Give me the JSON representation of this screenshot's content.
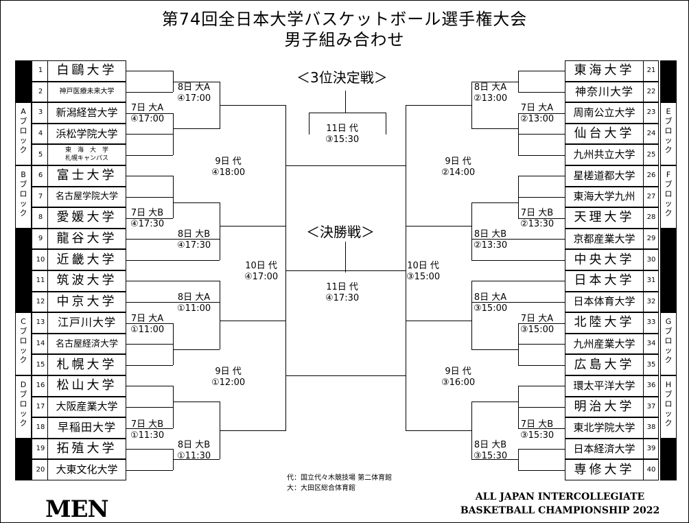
{
  "title": {
    "line1": "第74回全日本大学バスケットボール選手権大会",
    "line2": "男子組み合わせ"
  },
  "headings": {
    "third_place": "＜3位決定戦＞",
    "final": "＜決勝戦＞"
  },
  "teams_left": [
    {
      "n": "1",
      "name": "白鷗大学"
    },
    {
      "n": "2",
      "name": "神戸医療未来大学"
    },
    {
      "n": "3",
      "name": "新潟経営大学"
    },
    {
      "n": "4",
      "name": "浜松学院大学"
    },
    {
      "n": "5",
      "name": "東海大学札幌キャンパス",
      "line1": "東　海　大　学",
      "line2": "札幌キャンパス"
    },
    {
      "n": "6",
      "name": "富士大学"
    },
    {
      "n": "7",
      "name": "名古屋学院大学"
    },
    {
      "n": "8",
      "name": "愛媛大学"
    },
    {
      "n": "9",
      "name": "龍谷大学"
    },
    {
      "n": "10",
      "name": "近畿大学"
    },
    {
      "n": "11",
      "name": "筑波大学"
    },
    {
      "n": "12",
      "name": "中京大学"
    },
    {
      "n": "13",
      "name": "江戸川大学"
    },
    {
      "n": "14",
      "name": "名古屋経済大学"
    },
    {
      "n": "15",
      "name": "札幌大学"
    },
    {
      "n": "16",
      "name": "松山大学"
    },
    {
      "n": "17",
      "name": "大阪産業大学"
    },
    {
      "n": "18",
      "name": "早稲田大学"
    },
    {
      "n": "19",
      "name": "拓殖大学"
    },
    {
      "n": "20",
      "name": "大東文化大学"
    }
  ],
  "teams_right": [
    {
      "n": "21",
      "name": "東海大学"
    },
    {
      "n": "22",
      "name": "神奈川大学"
    },
    {
      "n": "23",
      "name": "周南公立大学"
    },
    {
      "n": "24",
      "name": "仙台大学"
    },
    {
      "n": "25",
      "name": "九州共立大学"
    },
    {
      "n": "26",
      "name": "星槎道都大学"
    },
    {
      "n": "27",
      "name": "東海大学九州"
    },
    {
      "n": "28",
      "name": "天理大学"
    },
    {
      "n": "29",
      "name": "京都産業大学"
    },
    {
      "n": "30",
      "name": "中央大学"
    },
    {
      "n": "31",
      "name": "日本大学"
    },
    {
      "n": "32",
      "name": "日本体育大学"
    },
    {
      "n": "33",
      "name": "北陸大学"
    },
    {
      "n": "34",
      "name": "九州産業大学"
    },
    {
      "n": "35",
      "name": "広島大学"
    },
    {
      "n": "36",
      "name": "環太平洋大学"
    },
    {
      "n": "37",
      "name": "明治大学"
    },
    {
      "n": "38",
      "name": "東北学院大学"
    },
    {
      "n": "39",
      "name": "日本経済大学"
    },
    {
      "n": "40",
      "name": "専修大学"
    }
  ],
  "blocks": [
    {
      "id": "A",
      "text": "Aブロック"
    },
    {
      "id": "B",
      "text": "Bブロック"
    },
    {
      "id": "C",
      "text": "Cブロック"
    },
    {
      "id": "D",
      "text": "Dブロック"
    },
    {
      "id": "E",
      "text": "Eブロック"
    },
    {
      "id": "F",
      "text": "Fブロック"
    },
    {
      "id": "G",
      "text": "Gブロック"
    },
    {
      "id": "H",
      "text": "Hブロック"
    }
  ],
  "matches": {
    "L_A7": {
      "l1": "7日 大A",
      "l2": "④17:00"
    },
    "L_A8": {
      "l1": "8日 大A",
      "l2": "④17:00"
    },
    "L_B7": {
      "l1": "7日 大B",
      "l2": "④17:30"
    },
    "L_B8": {
      "l1": "8日 大B",
      "l2": "④17:30"
    },
    "L_Q9a": {
      "l1": "9日 代",
      "l2": "④18:00"
    },
    "L_C8": {
      "l1": "8日 大A",
      "l2": "①11:00"
    },
    "L_C7": {
      "l1": "7日 大A",
      "l2": "①11:00"
    },
    "L_D7": {
      "l1": "7日 大B",
      "l2": "①11:30"
    },
    "L_D8": {
      "l1": "8日 大B",
      "l2": "①11:30"
    },
    "L_Q9b": {
      "l1": "9日 代",
      "l2": "①12:00"
    },
    "L_S10": {
      "l1": "10日 代",
      "l2": "④17:00"
    },
    "R_E8": {
      "l1": "8日 大A",
      "l2": "②13:00"
    },
    "R_E7": {
      "l1": "7日 大A",
      "l2": "②13:00"
    },
    "R_F7": {
      "l1": "7日 大B",
      "l2": "②13:30"
    },
    "R_F8": {
      "l1": "8日 大B",
      "l2": "②13:30"
    },
    "R_Q9a": {
      "l1": "9日 代",
      "l2": "②14:00"
    },
    "R_G8": {
      "l1": "8日 大A",
      "l2": "③15:00"
    },
    "R_G7": {
      "l1": "7日 大A",
      "l2": "③15:00"
    },
    "R_H7": {
      "l1": "7日 大B",
      "l2": "③15:30"
    },
    "R_H8": {
      "l1": "8日 大B",
      "l2": "③15:30"
    },
    "R_Q9b": {
      "l1": "9日 代",
      "l2": "③16:00"
    },
    "R_S10": {
      "l1": "10日 代",
      "l2": "③15:00"
    },
    "third": {
      "l1": "11日 代",
      "l2": "③15:30"
    },
    "final": {
      "l1": "11日 代",
      "l2": "④17:30"
    }
  },
  "venues": {
    "yoyogi": "代：国立代々木競技場 第二体育館",
    "ota": "大：大田区総合体育館"
  },
  "footer": {
    "men": "MEN",
    "champ1": "ALL JAPAN INTERCOLLEGIATE",
    "champ2": "BASKETBALL CHAMPIONSHIP 2022"
  }
}
